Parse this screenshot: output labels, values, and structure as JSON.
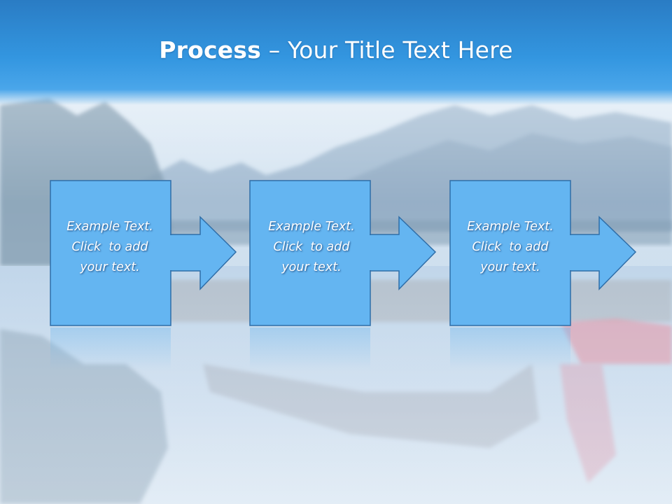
{
  "slide": {
    "title_bold": "Process",
    "title_dash": " – ",
    "title_rest": "Your Title Text Here"
  },
  "steps": [
    {
      "line1": "Example Text.",
      "line2": "Click  to add",
      "line3": "your text."
    },
    {
      "line1": "Example Text.",
      "line2": "Click  to add",
      "line3": "your text."
    },
    {
      "line1": "Example Text.",
      "line2": "Click  to add",
      "line3": "your text."
    }
  ],
  "colors": {
    "box_fill": "#64b5f1",
    "box_stroke": "#2f6ea8",
    "title_band": "#2f93de"
  }
}
